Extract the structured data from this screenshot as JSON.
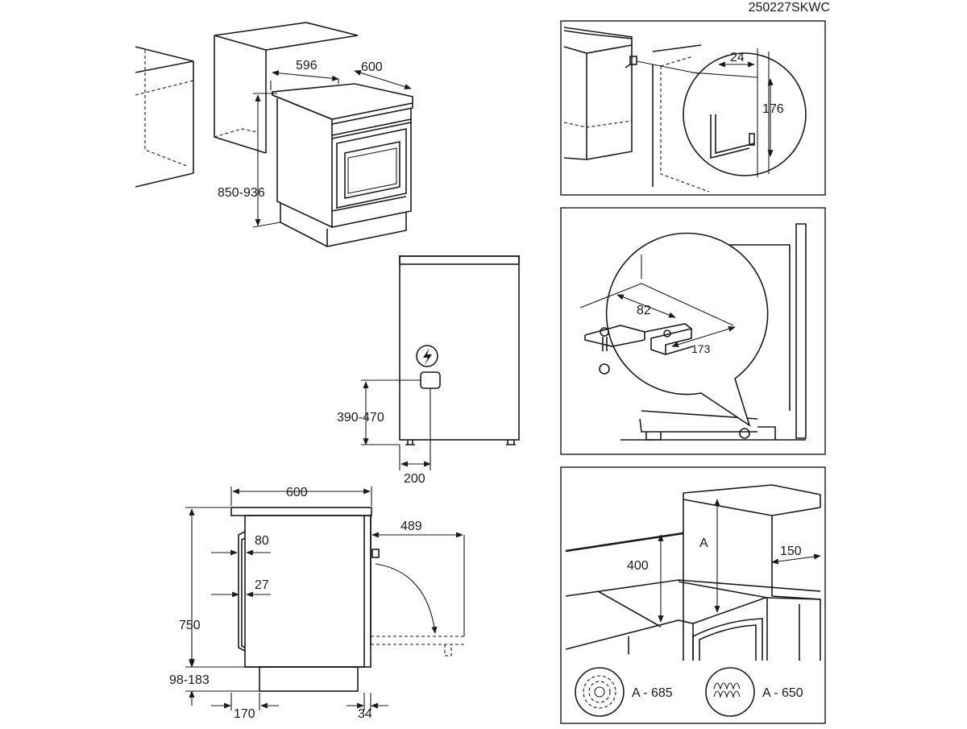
{
  "diagram_code": "250227SKWC",
  "dimensions": {
    "depth_top": "596",
    "width_top": "600",
    "height_range": "850-936",
    "socket_height_range": "390-470",
    "socket_offset": "200",
    "side_width": "600",
    "door_clearance": "489",
    "handle_80": "80",
    "handle_27": "27",
    "side_height": "750",
    "plinth_range": "98-183",
    "foot_170": "170",
    "foot_34": "34",
    "bracket_24": "24",
    "bracket_176": "176",
    "anti_tilt_82": "82",
    "anti_tilt_173": "173",
    "hood_label": "A",
    "wall_400": "400",
    "side_150": "150",
    "hood_a_685": "A - 685",
    "hood_a_650": "A - 650"
  },
  "icons": [
    "lightning-icon",
    "hob-induction-icon",
    "hob-radiant-icon"
  ]
}
